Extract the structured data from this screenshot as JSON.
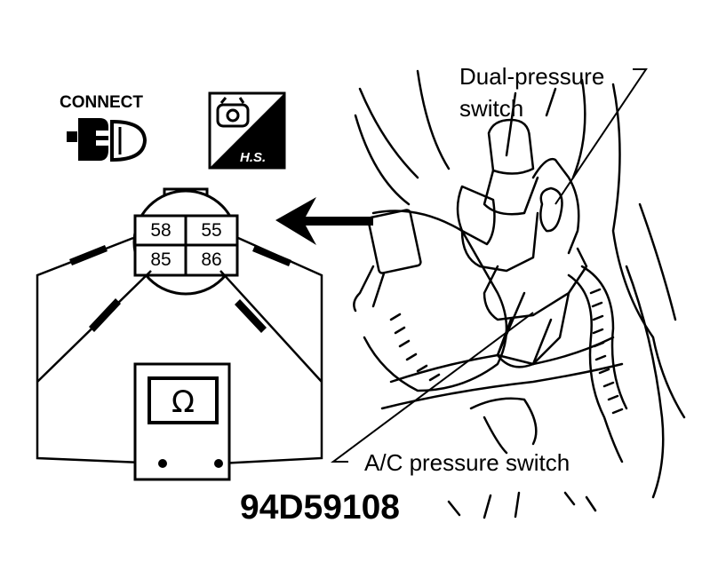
{
  "labels": {
    "connect": "CONNECT",
    "hs_badge": "H.S.",
    "dual_pressure_line1": "Dual-pressure",
    "dual_pressure_line2": "switch",
    "ac_pressure": "A/C pressure switch",
    "figure_id": "94D59108"
  },
  "connector": {
    "pins": [
      "58",
      "55",
      "85",
      "86"
    ]
  },
  "meter": {
    "symbol": "Ω"
  },
  "icons": {
    "connect_icon": "connector-plug-icon",
    "hs_icon": "ignition-key-hs-icon",
    "arrow_icon": "arrow-left-icon"
  },
  "colors": {
    "ink": "#000000",
    "paper": "#ffffff"
  }
}
